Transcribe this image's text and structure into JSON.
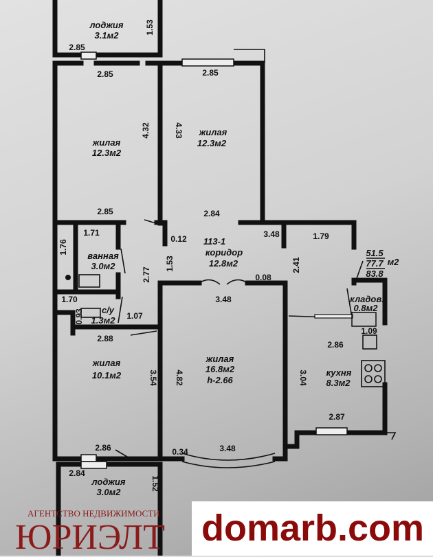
{
  "rooms": {
    "loggia_top": {
      "name": "лоджия",
      "area": "3.1м2",
      "dims": [
        "1.53",
        "2.85"
      ]
    },
    "living_top_left": {
      "name": "жилая",
      "area": "12.3м2",
      "dims": [
        "2.85",
        "4.32",
        "2.85"
      ]
    },
    "living_top_right": {
      "name": "жилая",
      "area": "12.3м2",
      "dims": [
        "2.85",
        "4.33",
        "2.84"
      ]
    },
    "corridor": {
      "code": "113-1",
      "name": "коридор",
      "area": "12.8м2",
      "dims": [
        "0.12",
        "3.48",
        "1.79",
        "2.41",
        "1.53",
        "2.77"
      ]
    },
    "bathroom": {
      "name": "ванная",
      "area": "3.0м2",
      "dims": [
        "1.71",
        "1.76",
        "1.70"
      ]
    },
    "wc": {
      "name": "с/у",
      "area": "1.3м2",
      "dims": [
        "0.93",
        "1.07",
        "2.88"
      ]
    },
    "totals": {
      "living": "51.5",
      "total": "77.7",
      "unit": "м2",
      "with_loggia": "83.8"
    },
    "storage": {
      "name": "кладов.",
      "area": "0.8м2",
      "dims": [
        "1.09"
      ]
    },
    "kitchen": {
      "name": "кухня",
      "area": "8.3м2",
      "dims": [
        "2.86",
        "3.04",
        "2.87"
      ]
    },
    "living_big": {
      "name": "жилая",
      "area": "16.8м2",
      "height": "h-2.66",
      "dims": [
        "0.08",
        "3.48",
        "4.82",
        "0.34",
        "3.48"
      ]
    },
    "living_bottom_left": {
      "name": "жилая",
      "area": "10.1м2",
      "dims": [
        "3.54",
        "2.86"
      ]
    },
    "loggia_bottom": {
      "name": "лоджия",
      "area": "3.0м2",
      "dims": [
        "2.84",
        "1.52"
      ]
    }
  },
  "watermark": {
    "agency": "АГЕНТСТВО НЕДВИЖИМОСТИ",
    "brand": "ЮРИЭЛТ",
    "site": "domarb.com"
  }
}
